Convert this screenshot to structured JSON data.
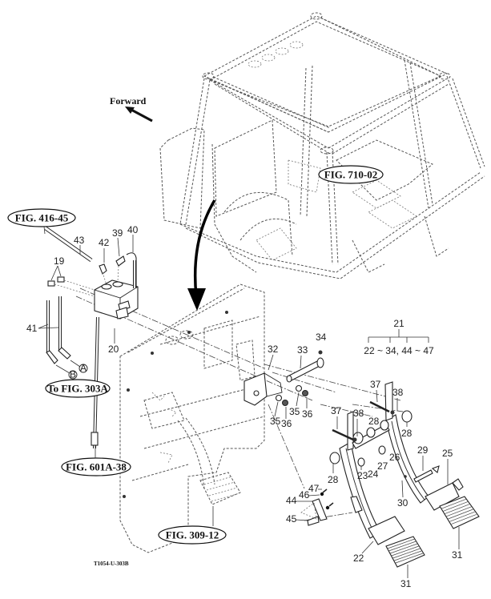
{
  "diagram": {
    "forward_label": "Forward",
    "drawing_code": "T1054-U-303B",
    "references": {
      "fig_710_02": "FIG. 710-02",
      "fig_416_45": "FIG. 416-45",
      "to_fig_303a": "To FIG. 303A",
      "fig_601a_38": "FIG. 601A-38",
      "fig_309_12": "FIG. 309-12"
    },
    "assembly": {
      "parent": "21",
      "children": "22 ~ 34, 44 ~ 47"
    },
    "port_markers": [
      "A",
      "B"
    ],
    "parts": {
      "p19": "19",
      "p20": "20",
      "p22": "22",
      "p23": "23",
      "p24": "24",
      "p25": "25",
      "p26": "26",
      "p27": "27",
      "p28a": "28",
      "p28b": "28",
      "p28c": "28",
      "p29": "29",
      "p30": "30",
      "p31a": "31",
      "p31b": "31",
      "p32": "32",
      "p33": "33",
      "p34": "34",
      "p35a": "35",
      "p35b": "35",
      "p36a": "36",
      "p36b": "36",
      "p37a": "37",
      "p37b": "37",
      "p38a": "38",
      "p38b": "38",
      "p39": "39",
      "p40": "40",
      "p41": "41",
      "p42": "42",
      "p43": "43",
      "p44": "44",
      "p45": "45",
      "p46": "46",
      "p47": "47"
    }
  }
}
